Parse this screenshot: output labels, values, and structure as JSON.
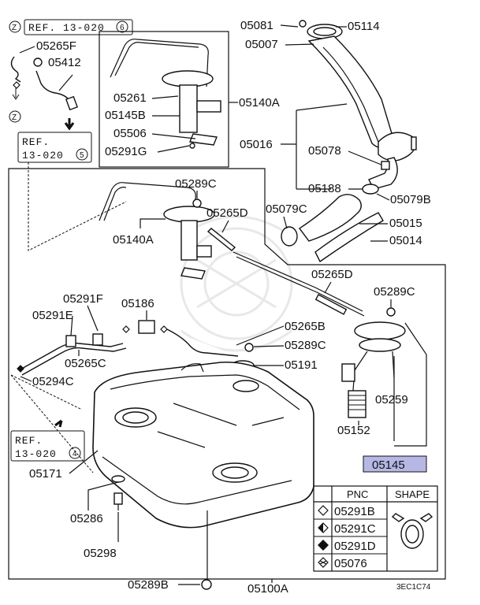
{
  "refs": {
    "top_left": "REF. 13-020",
    "top_left_circle": "6",
    "z_letter": "Z",
    "mid_left_line1": "REF.",
    "mid_left_line2": "13-020",
    "mid_left_circle": "5",
    "bottom_left_line1": "REF.",
    "bottom_left_line2": "13-020",
    "bottom_left_circle": "4"
  },
  "labels": {
    "p05265F": "05265F",
    "p05412": "05412",
    "p05261": "05261",
    "p05145B": "05145B",
    "p05506": "05506",
    "p05291G": "05291G",
    "p05140A_top": "05140A",
    "p05081": "05081",
    "p05114": "05114",
    "p05007": "05007",
    "p05016": "05016",
    "p05078": "05078",
    "p05188": "05188",
    "p05079B": "05079B",
    "p05079C": "05079C",
    "p05015": "05015",
    "p05014": "05014",
    "p05289C_1": "05289C",
    "p05265D_1": "05265D",
    "p05140A_mid": "05140A",
    "p05265D_2": "05265D",
    "p05289C_2": "05289C",
    "p05291F": "05291F",
    "p05186": "05186",
    "p05291E": "05291E",
    "p05265B": "05265B",
    "p05289C_3": "05289C",
    "p05265C": "05265C",
    "p05191": "05191",
    "p05294C": "05294C",
    "p05259": "05259",
    "p05152": "05152",
    "p05145": "05145",
    "p05171": "05171",
    "p05286": "05286",
    "p05298": "05298",
    "p05289B": "05289B",
    "p05100A": "05100A"
  },
  "legend": {
    "header_pnc": "PNC",
    "header_shape": "SHAPE",
    "rows": [
      {
        "symbol": "diamond-outline-icon",
        "pnc": "05291B"
      },
      {
        "symbol": "diamond-half-icon",
        "pnc": "05291C"
      },
      {
        "symbol": "diamond-filled-icon",
        "pnc": "05291D"
      },
      {
        "symbol": "diamond-cross-icon",
        "pnc": "05076"
      }
    ]
  },
  "footer_code": "3EC1C74",
  "highlight_color": "#b7b7e6"
}
